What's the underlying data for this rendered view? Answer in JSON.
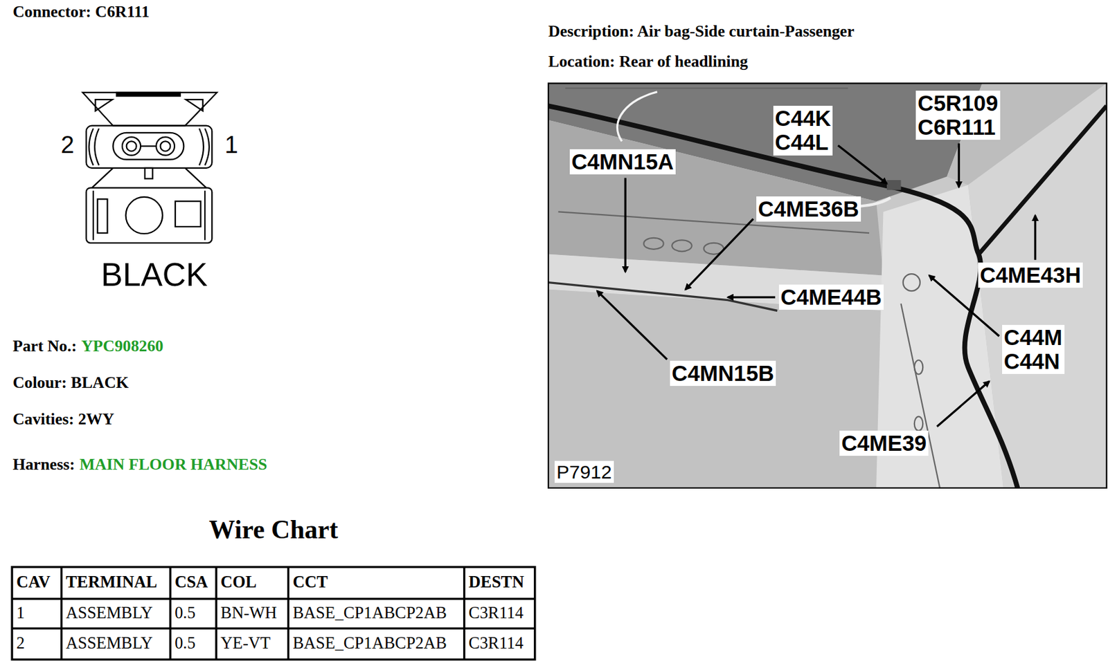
{
  "diagram": {
    "title": "Connector: C6R111",
    "labels": [
      "2",
      "1",
      "BLACK",
      "Part No.:",
      "YPC908260",
      "Colour: BLACK",
      "Cavities: 2WY",
      "Harness:",
      "MAIN FLOOR HARNESS",
      "Wire Chart",
      "CAV",
      "TERMINAL",
      "CSA",
      "COL",
      "CCT",
      "DESTN",
      "1",
      "ASSEMBLY",
      "0.5",
      "BN-WH",
      "BASE_CP1ABCP2AB",
      "C3R114",
      "2",
      "ASSEMBLY",
      "0.5",
      "YE-VT",
      "BASE_CP1ABCP2AB",
      "C3R114",
      "Description: Air bag-Side curtain-Passenger",
      "Location: Rear of headlining",
      "C44K C44L",
      "C5R109 C6R111",
      "C4MN15A",
      "C4ME36B",
      "C4ME44B",
      "C4ME43H",
      "C44M C44N",
      "C4MN15B",
      "C4ME39",
      "P7912"
    ]
  }
}
